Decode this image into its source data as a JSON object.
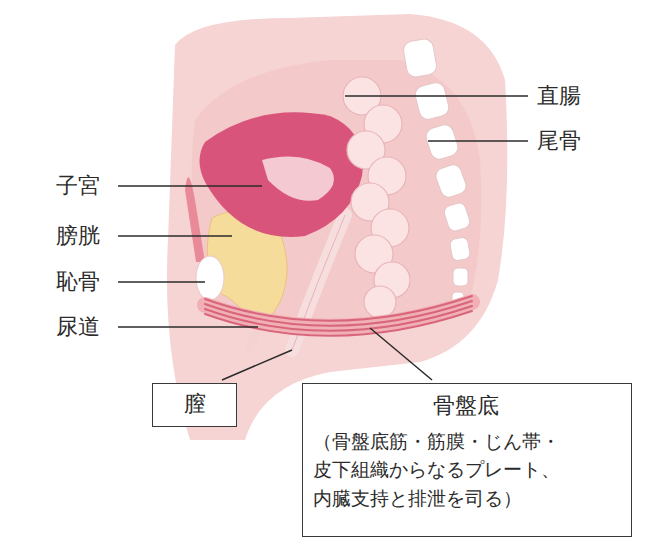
{
  "diagram": {
    "nodes": [
      {
        "text": [
          "膣"
        ]
      },
      {
        "text": [
          "骨盤底",
          "（骨盤底筋・筋膜・じん帯・ 皮下組織からなるプレート、 内臓支持と排泄を司る）"
        ]
      }
    ],
    "labels": [
      "直腸",
      "尾骨",
      "子宮",
      "膀胱",
      "恥骨",
      "尿道"
    ]
  }
}
